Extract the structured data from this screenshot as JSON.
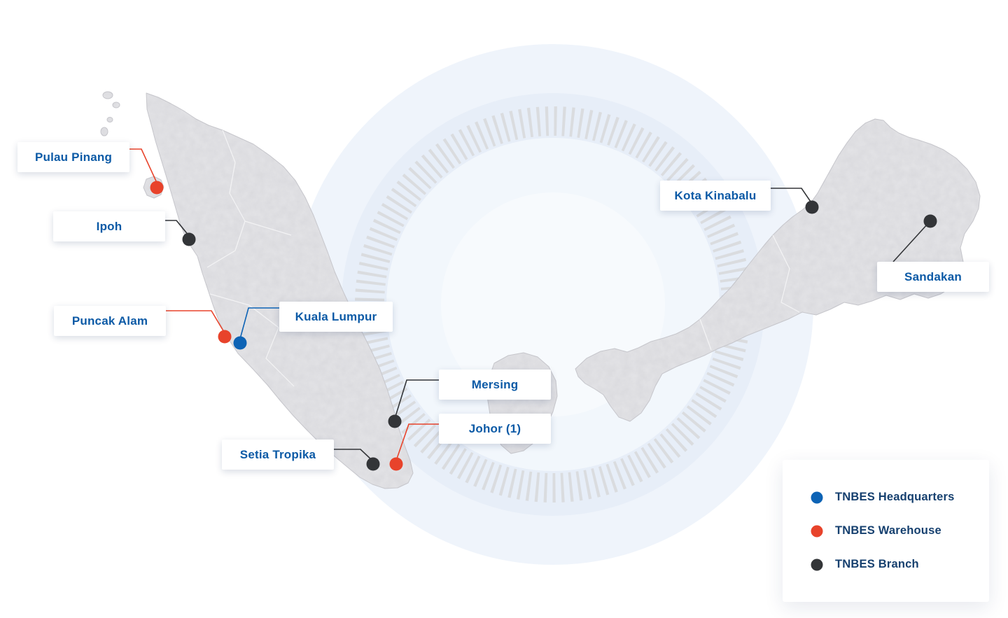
{
  "colors": {
    "headquarters": "#0d63b5",
    "warehouse": "#e8432b",
    "branch": "#333538",
    "label_text": "#0c5aa6",
    "legend_text": "#16406f"
  },
  "markers": [
    {
      "label": "Pulau Pinang",
      "type": "warehouse"
    },
    {
      "label": "Ipoh",
      "type": "branch"
    },
    {
      "label": "Puncak Alam",
      "type": "warehouse"
    },
    {
      "label": "Kuala Lumpur",
      "type": "headquarters"
    },
    {
      "label": "Mersing",
      "type": "branch"
    },
    {
      "label": "Johor (1)",
      "type": "warehouse"
    },
    {
      "label": "Setia Tropika",
      "type": "branch"
    },
    {
      "label": "Kota Kinabalu",
      "type": "branch"
    },
    {
      "label": "Sandakan",
      "type": "branch"
    }
  ],
  "legend": {
    "items": [
      {
        "label": "TNBES Headquarters",
        "type": "headquarters"
      },
      {
        "label": "TNBES Warehouse",
        "type": "warehouse"
      },
      {
        "label": "TNBES Branch",
        "type": "branch"
      }
    ]
  }
}
